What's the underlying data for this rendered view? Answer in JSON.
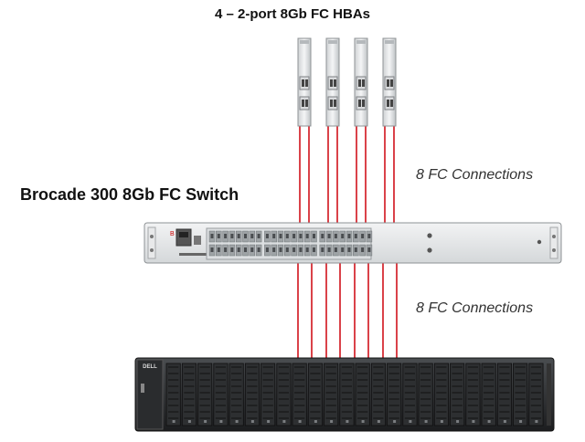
{
  "diagram": {
    "title": "4 – 2-port 8Gb FC HBAs",
    "switch_label": "Brocade 300 8Gb FC Switch",
    "connections_upper": "8 FC Connections",
    "connections_lower": "8 FC Connections",
    "storage_brand": "DELL",
    "hba_count": 4,
    "ports_per_hba": 2,
    "cable_color": "#d0121b"
  }
}
